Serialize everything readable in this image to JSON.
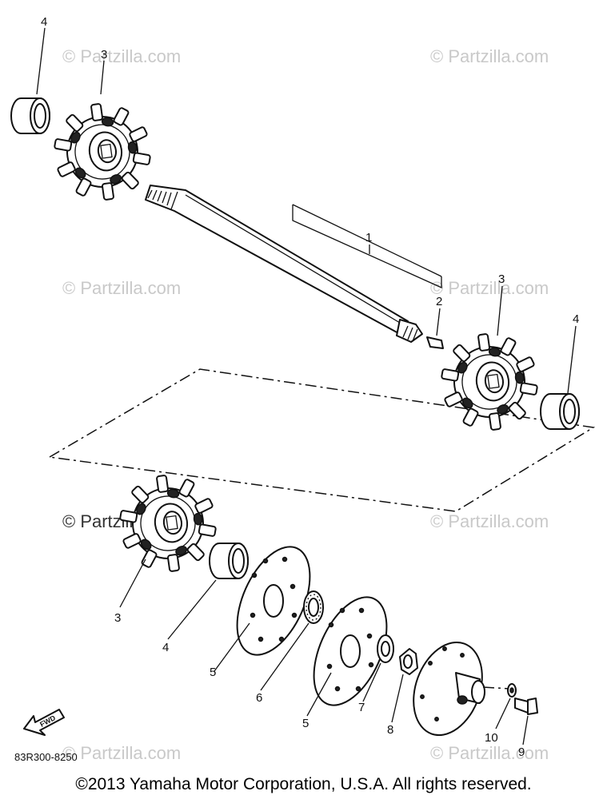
{
  "watermark": {
    "text_a": "© Partzilla.com",
    "text_b": "© Partzilla.com",
    "text_c": "© Partzilla.com",
    "text_d": "© Partzilla.com",
    "text_e": "© Partzilla.com",
    "text_f": "© Partzilla.com",
    "text_g": "© Partzilla.com",
    "text_h": "© Partzilla.com"
  },
  "callouts": {
    "c1": "1",
    "c2": "2",
    "c3a": "3",
    "c3b": "3",
    "c3c": "3",
    "c4a": "4",
    "c4b": "4",
    "c4c": "4",
    "c5a": "5",
    "c5b": "5",
    "c6": "6",
    "c7": "7",
    "c8": "8",
    "c9": "9",
    "c10": "10"
  },
  "fwd_label": "FWD",
  "part_code": "83R300-8250",
  "copyright": "©2013 Yamaha Motor Corporation, U.S.A. All rights reserved."
}
